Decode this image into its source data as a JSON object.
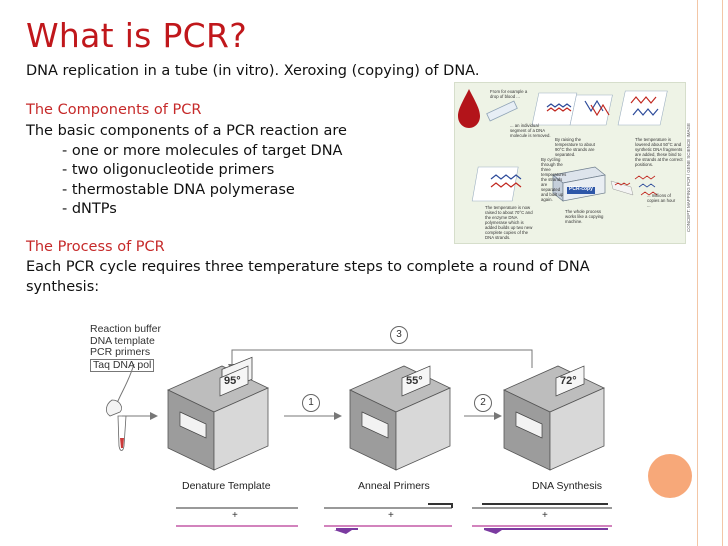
{
  "title": "What is PCR?",
  "intro": "DNA replication in a tube (in vitro). Xeroxing (copying) of DNA.",
  "components": {
    "heading": "The Components of PCR",
    "lead": "The basic components of a PCR reaction are",
    "items": [
      "- one or more molecules of target DNA",
      "- two oligonucleotide primers",
      "- thermostable DNA polymerase",
      "- dNTPs"
    ]
  },
  "process": {
    "heading": "The Process of PCR",
    "lines": [
      "Each PCR cycle requires three temperature steps to complete a round of DNA",
      "synthesis:"
    ]
  },
  "illustration_top": {
    "callouts": [
      "From for example a drop of blood ...",
      "... an individual segment of a DNA molecule is removed.",
      "By raising the temperature to about 90°C the strands are separated.",
      "The temperature is lowered about 50°C and synthetic DNA fragments are added, these bind to the strands at the correct positions.",
      "By cycling through the three temperatures the strands are separated and built up again.",
      "The temperature is now raised to about 70°C and the enzyme DNA polymerase which is added builds up two new complete copies of the DNA strands.",
      "The whole process works like a copying machine.",
      "... millions of copies an hour ..."
    ],
    "machine_label": "PCR-copy",
    "credit": "CONCEPT: MAPPING PCR / GENE SCIENCE IMAGE"
  },
  "diagram": {
    "reagents": [
      "Reaction buffer",
      "DNA template",
      "PCR primers",
      "Taq DNA pol"
    ],
    "machines": [
      {
        "temp": "95°",
        "label": "Denature Template"
      },
      {
        "temp": "55°",
        "label": "Anneal Primers"
      },
      {
        "temp": "72°",
        "label": "DNA Synthesis"
      }
    ],
    "arrows": [
      "1",
      "2",
      "3"
    ],
    "strand_signs": [
      "+",
      "+",
      "+"
    ]
  },
  "colors": {
    "title": "#c0171b",
    "heading": "#c62a2a",
    "accent_orange": "#f7a879",
    "primer": "#7b3aa0"
  }
}
